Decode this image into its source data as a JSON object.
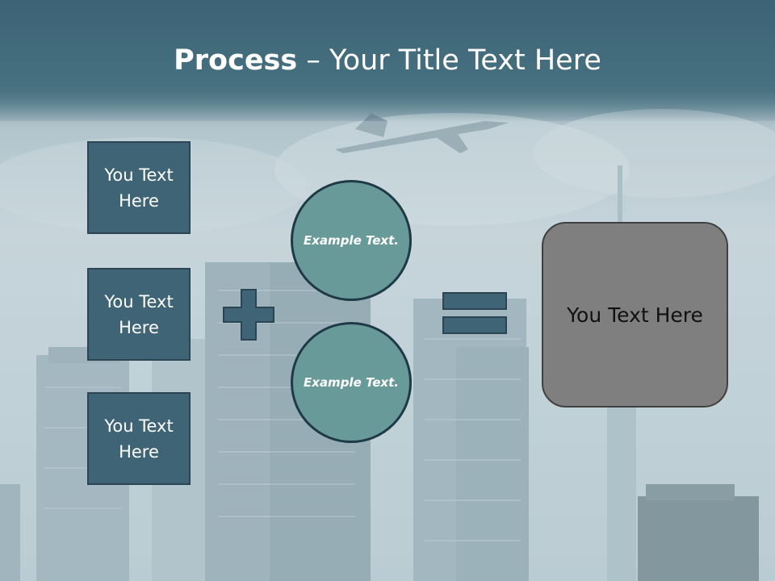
{
  "slide": {
    "title_bold": "Process",
    "title_rest": " – Your Title Text Here",
    "inputs": [
      "You Text Here",
      "You Text Here",
      "You Text Here"
    ],
    "examples": [
      "Example Text.",
      "Example Text."
    ],
    "result": "You Text Here"
  },
  "colors": {
    "box_fill": "#3f6475",
    "circle_fill": "#699a9a",
    "result_fill": "#7f7f7f",
    "title_band": "#3c6376"
  },
  "icons": {
    "plus": "plus-icon",
    "equals": "equals-icon"
  }
}
